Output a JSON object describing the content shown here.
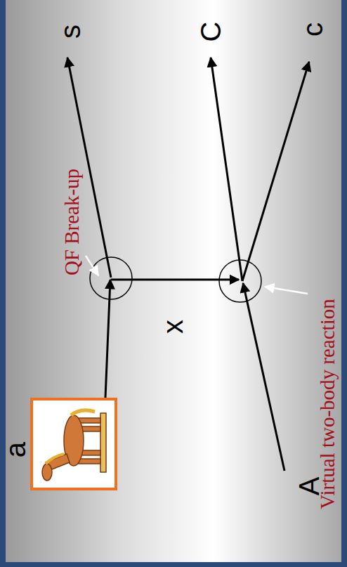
{
  "diagram": {
    "labels": [
      "s",
      "C",
      "c",
      "QF Break-up",
      "x",
      "Virtual two-body reaction",
      "a",
      "A"
    ]
  }
}
